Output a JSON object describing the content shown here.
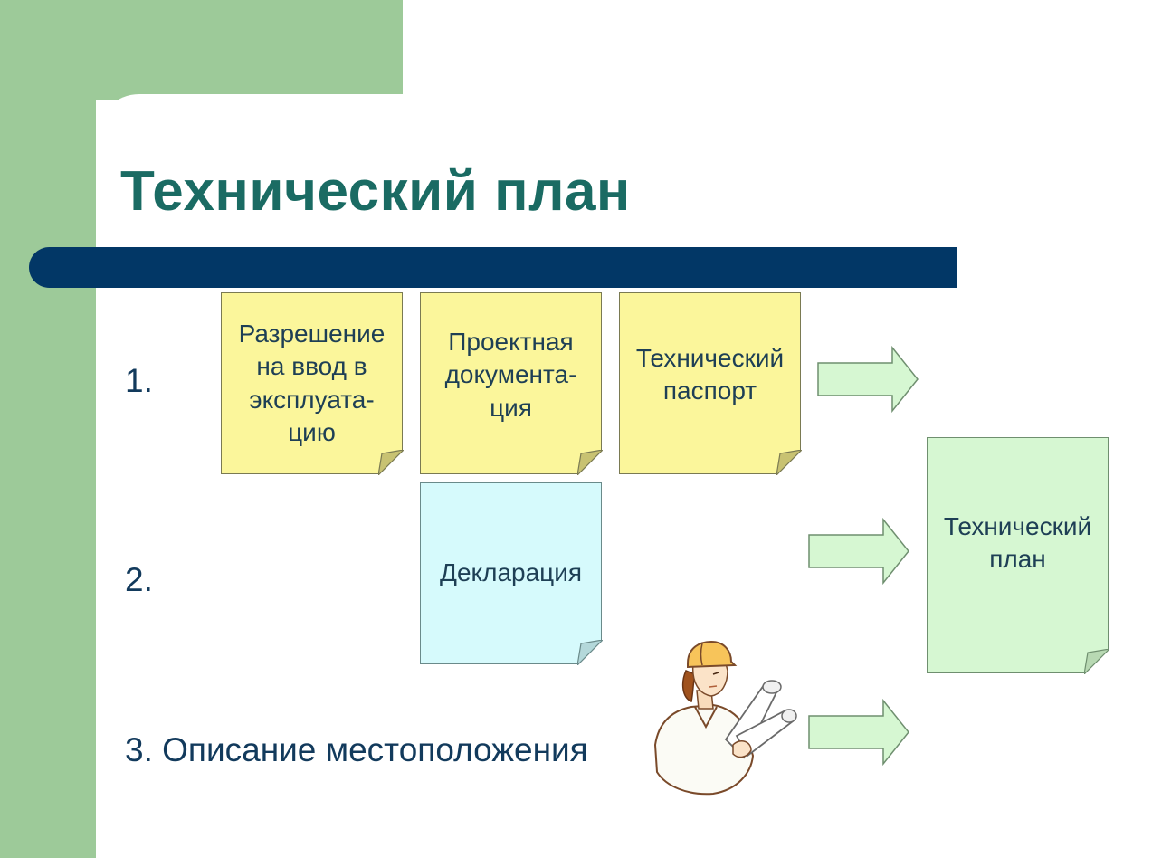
{
  "title": "Технический план",
  "rows": [
    {
      "number": "1."
    },
    {
      "number": "2."
    },
    {
      "number": "3. Описание местоположения"
    }
  ],
  "documents": [
    {
      "lines": [
        "Разрешение",
        "на ввод в",
        "эксплуата-",
        "цию"
      ],
      "color": "#fbf69b"
    },
    {
      "lines": [
        "Проектная",
        "документа-",
        "ция"
      ],
      "color": "#fbf69b"
    },
    {
      "lines": [
        "Технический",
        "паспорт"
      ],
      "color": "#fbf69b"
    },
    {
      "lines": [
        "Декларация"
      ],
      "color": "#d6fafc"
    }
  ],
  "result": {
    "lines": [
      "Технический",
      "план"
    ],
    "color": "#d6f7d2"
  },
  "icons": {
    "arrows": "right-arrow-icon",
    "figure": "engineer-with-blueprints-icon"
  },
  "colors": {
    "background_band": "#9dca99",
    "title": "#1a6b63",
    "title_bar": "#023766",
    "text": "#1e3f55"
  }
}
